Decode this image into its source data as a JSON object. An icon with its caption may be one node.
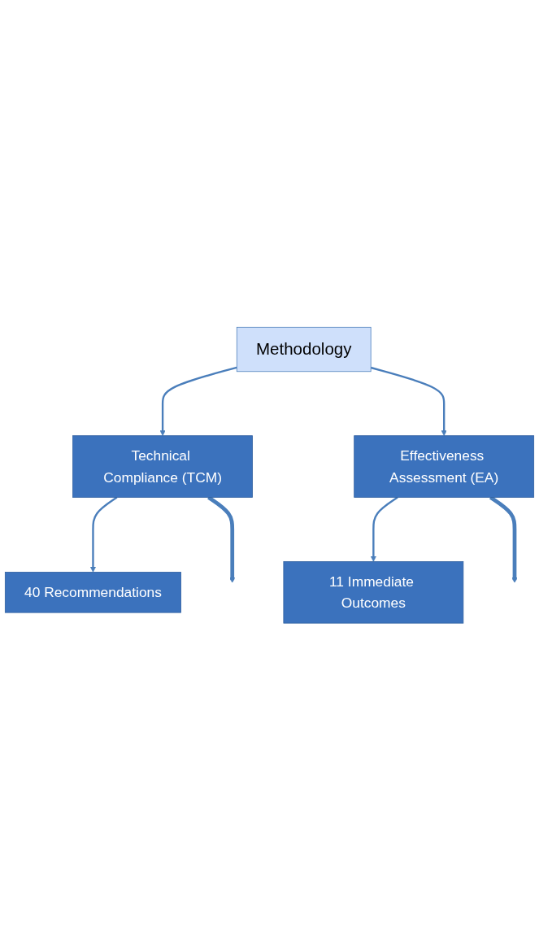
{
  "diagram": {
    "nodes": [
      {
        "text": [
          "40 Recommendations"
        ]
      },
      {
        "text": [
          "Technical Compliance (TCM)"
        ]
      },
      {
        "text": [
          "Methodology"
        ]
      },
      {
        "text": [
          "Effectiveness Assessment (EA)"
        ]
      },
      {
        "text": [
          "11 Immediate Outcomes"
        ]
      }
    ],
    "edges": [
      {
        "from": 1,
        "to": 0,
        "arrow": "to"
      },
      {
        "from": 2,
        "to": 1,
        "arrow": "to"
      },
      {
        "from": 2,
        "to": 3,
        "arrow": "to"
      },
      {
        "from": 3,
        "to": 4,
        "arrow": "to"
      },
      {
        "from": 1,
        "to": null,
        "arrow": "to",
        "style": "thick"
      },
      {
        "from": 3,
        "to": null,
        "arrow": "to",
        "style": "thick"
      }
    ]
  }
}
